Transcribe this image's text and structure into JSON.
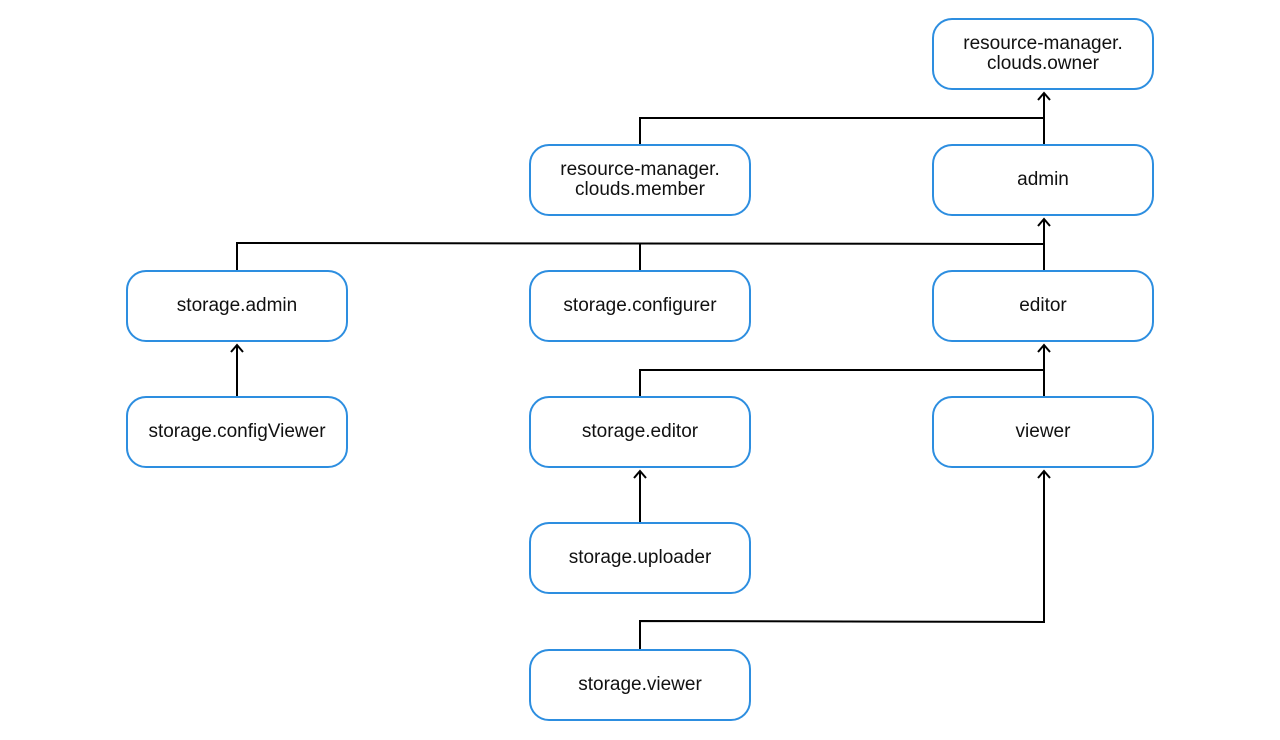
{
  "nodes": {
    "rm_owner": "resource-manager.\nclouds.owner",
    "rm_member": "resource-manager.\nclouds.member",
    "admin": "admin",
    "storage_admin": "storage.admin",
    "storage_configurer": "storage.configurer",
    "editor": "editor",
    "storage_configViewer": "storage.configViewer",
    "storage_editor": "storage.editor",
    "viewer": "viewer",
    "storage_uploader": "storage.uploader",
    "storage_viewer": "storage.viewer"
  },
  "edges": [
    {
      "from": "admin",
      "to": "rm_owner"
    },
    {
      "from": "rm_member",
      "to": "rm_owner"
    },
    {
      "from": "editor",
      "to": "admin"
    },
    {
      "from": "storage_admin",
      "to": "admin"
    },
    {
      "from": "storage_configurer",
      "to": "admin"
    },
    {
      "from": "viewer",
      "to": "editor"
    },
    {
      "from": "storage_editor",
      "to": "editor"
    },
    {
      "from": "storage_configViewer",
      "to": "storage_admin"
    },
    {
      "from": "storage_uploader",
      "to": "storage_editor"
    },
    {
      "from": "storage_viewer",
      "to": "viewer"
    }
  ],
  "colors": {
    "node_border": "#2d8ee0",
    "edge": "#000000"
  }
}
